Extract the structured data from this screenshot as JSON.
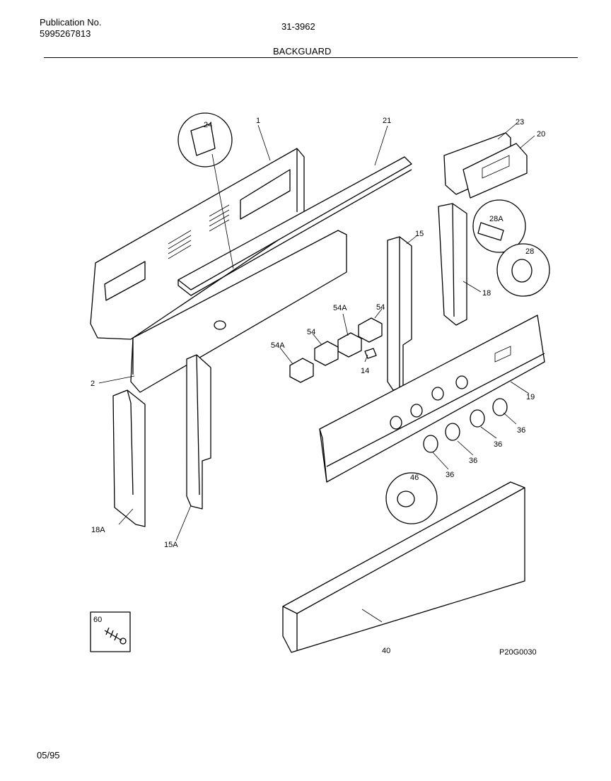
{
  "header": {
    "publication_label": "Publication No.",
    "publication_number": "5995267813",
    "model_code": "31-3962",
    "section_title": "BACKGUARD"
  },
  "diagram": {
    "callouts": {
      "c1": "1",
      "c2": "2",
      "c14": "14",
      "c15": "15",
      "c15A": "15A",
      "c18": "18",
      "c18A": "18A",
      "c19": "19",
      "c20": "20",
      "c21": "21",
      "c23": "23",
      "c24": "24",
      "c28": "28",
      "c28A": "28A",
      "c36a": "36",
      "c36b": "36",
      "c36c": "36",
      "c36d": "36",
      "c40": "40",
      "c46": "46",
      "c54a": "54",
      "c54b": "54",
      "c54A_a": "54A",
      "c54A_b": "54A",
      "c60": "60"
    },
    "drawing_code": "P20G0030"
  },
  "footer": {
    "date": "05/95"
  }
}
